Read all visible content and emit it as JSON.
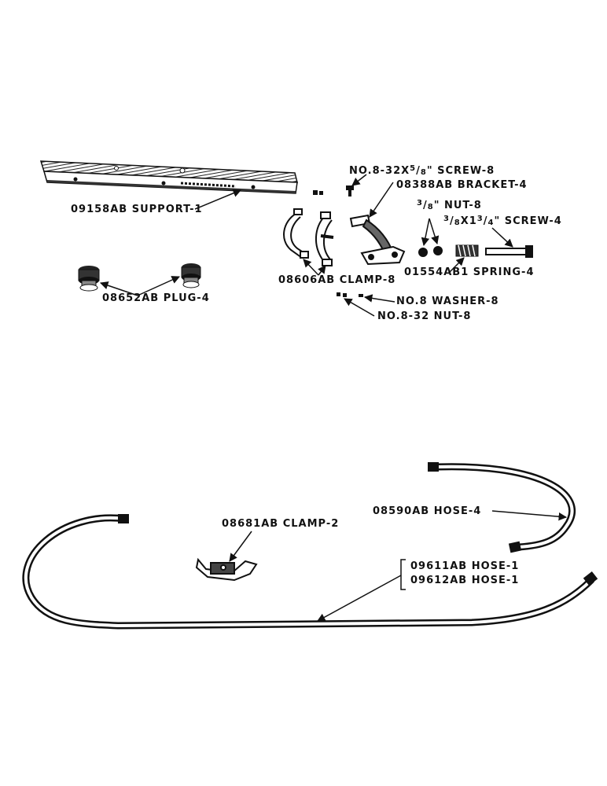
{
  "colors": {
    "ink": "#111111",
    "paper": "#ffffff",
    "shade": "#555555"
  },
  "labels": {
    "support": "09158AB SUPPORT-1",
    "screw_8_prefix": "NO.8-32X",
    "screw_8_num": "5",
    "screw_8_den": "8",
    "screw_8_suffix": "SCREW-8",
    "bracket": "08388AB BRACKET-4",
    "nut38_num": "3",
    "nut38_den": "8",
    "nut38_suffix": "NUT-8",
    "screw4_a_num": "3",
    "screw4_a_den": "8",
    "screw4_mid": "X1",
    "screw4_b_num": "3",
    "screw4_b_den": "4",
    "screw4_suffix": "SCREW-4",
    "spring": "01554AB1 SPRING-4",
    "clamp8": "08606AB CLAMP-8",
    "washer": "NO.8 WASHER-8",
    "nut832": "NO.8-32 NUT-8",
    "plug": "08652AB PLUG-4",
    "hose4": "08590AB HOSE-4",
    "clamp2": "08681AB CLAMP-2",
    "hose1a": "09611AB HOSE-1",
    "hose1b": "09612AB HOSE-1"
  }
}
